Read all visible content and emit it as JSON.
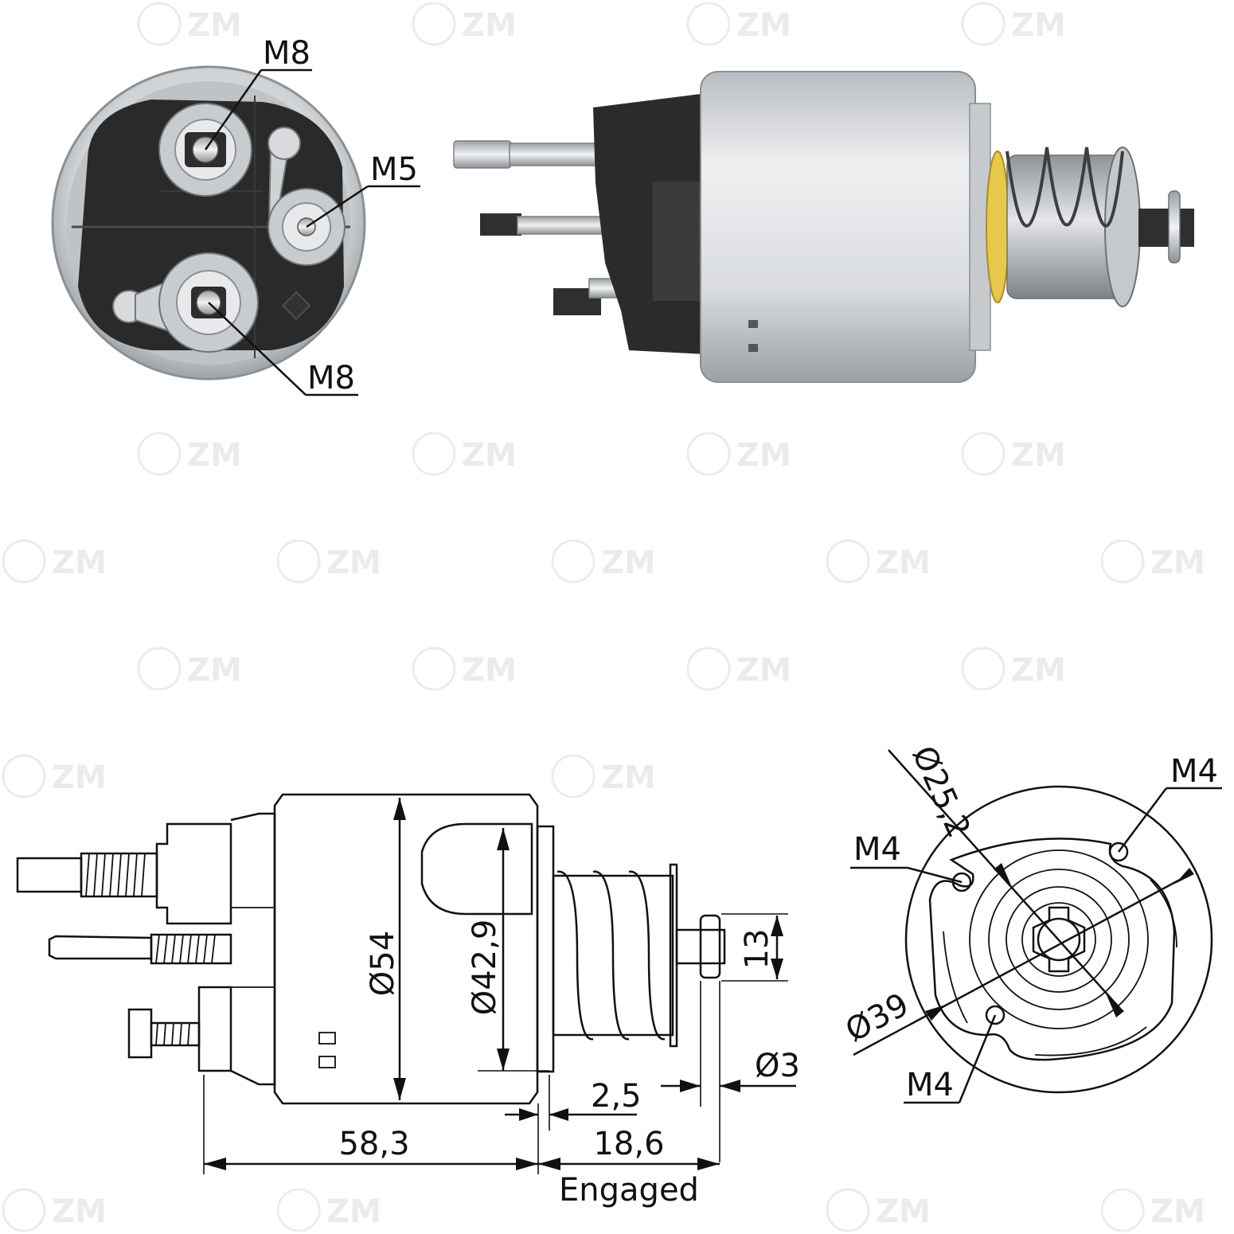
{
  "brand": "ZM",
  "photo_labels": {
    "top": "M8",
    "middle": "M5",
    "bottom": "M8"
  },
  "side_view": {
    "body_diameter": "Ø54",
    "cap_diameter": "Ø42,9",
    "plunger_height": "13",
    "pin_diameter": "Ø3",
    "gap": "2,5",
    "body_length": "58,3",
    "stroke_length": "18,6",
    "stroke_note": "Engaged"
  },
  "end_view": {
    "bolt_circle": "Ø25,2",
    "outer_diameter": "Ø39",
    "thread_top_right": "M4",
    "thread_left": "M4",
    "thread_bottom": "M4"
  },
  "colors": {
    "housing_silver": "#d7dadd",
    "insulator_black": "#2b2b2b",
    "washer_yellow": "#e6c84a",
    "line": "#111111"
  }
}
